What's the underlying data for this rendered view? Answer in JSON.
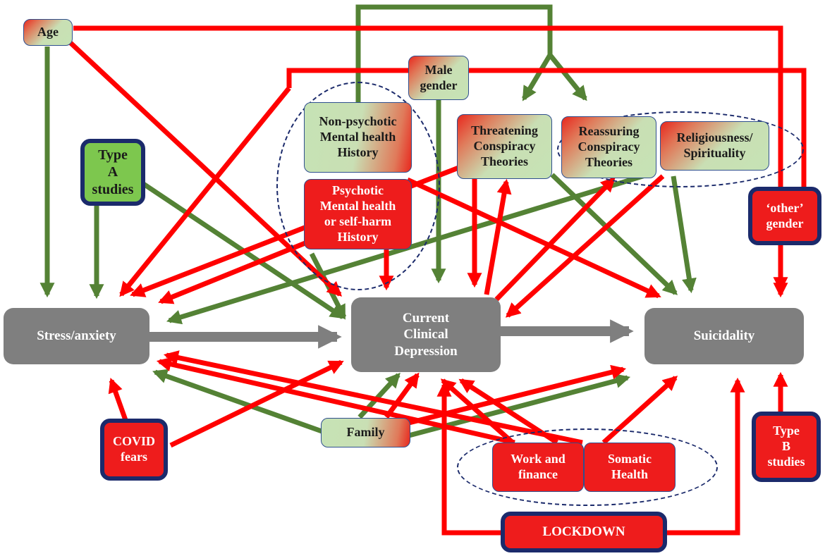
{
  "nodes": {
    "age": "Age",
    "male_gender": "Male\ngender",
    "type_a": "Type\nA\nstudies",
    "non_psychotic": "Non-psychotic\nMental health\nHistory",
    "psychotic": "Psychotic\nMental health\nor self-harm\nHistory",
    "threatening": "Threatening\nConspiracy\nTheories",
    "reassuring": "Reassuring\nConspiracy\nTheories",
    "religiousness": "Religiousness/\nSpirituality",
    "other_gender": "‘other’\ngender",
    "stress": "Stress/anxiety",
    "depression": "Current\nClinical\nDepression",
    "suicidality": "Suicidality",
    "covid_fears": "COVID\nfears",
    "family": "Family",
    "work_finance": "Work and\nfinance",
    "somatic": "Somatic\nHealth",
    "type_b": "Type\nB\nstudies",
    "lockdown": "LOCKDOWN"
  },
  "colors": {
    "red_arrow": "#ff0000",
    "green_arrow": "#548235",
    "grey_arrow": "#7f7f7f",
    "red_box": "#ee1c1c",
    "green_box": "#7dc74e",
    "grey_box": "#7f7f7f",
    "frame": "#1b2a6b"
  }
}
